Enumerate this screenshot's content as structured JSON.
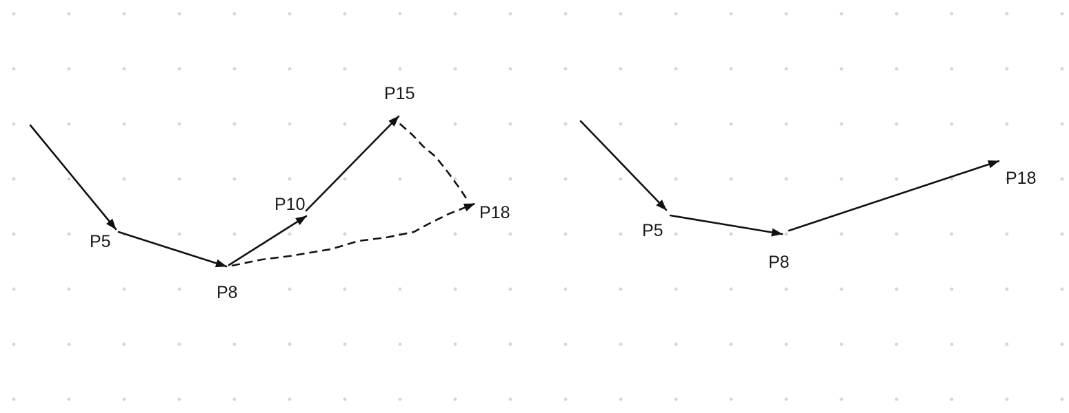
{
  "diagram_left": {
    "nodes": [
      {
        "id": "p5",
        "label": "P5"
      },
      {
        "id": "p8",
        "label": "P8"
      },
      {
        "id": "p10",
        "label": "P10"
      },
      {
        "id": "p15",
        "label": "P15"
      },
      {
        "id": "p18",
        "label": "P18"
      }
    ],
    "edges": [
      {
        "from": "start",
        "to": "p5",
        "style": "solid"
      },
      {
        "from": "p5",
        "to": "p8",
        "style": "solid"
      },
      {
        "from": "p8",
        "to": "p10",
        "style": "solid"
      },
      {
        "from": "p10",
        "to": "p15",
        "style": "solid"
      },
      {
        "from": "p15",
        "to": "p18",
        "style": "dashed"
      },
      {
        "from": "p8",
        "to": "p18",
        "style": "dashed"
      }
    ]
  },
  "diagram_right": {
    "nodes": [
      {
        "id": "p5",
        "label": "P5"
      },
      {
        "id": "p8",
        "label": "P8"
      },
      {
        "id": "p18",
        "label": "P18"
      }
    ],
    "edges": [
      {
        "from": "start",
        "to": "p5",
        "style": "solid"
      },
      {
        "from": "p5",
        "to": "p8",
        "style": "solid"
      },
      {
        "from": "p8",
        "to": "p18",
        "style": "solid"
      }
    ]
  },
  "colors": {
    "line": "#111111",
    "grid_dot": "#d6d6d6",
    "background": "#ffffff"
  }
}
